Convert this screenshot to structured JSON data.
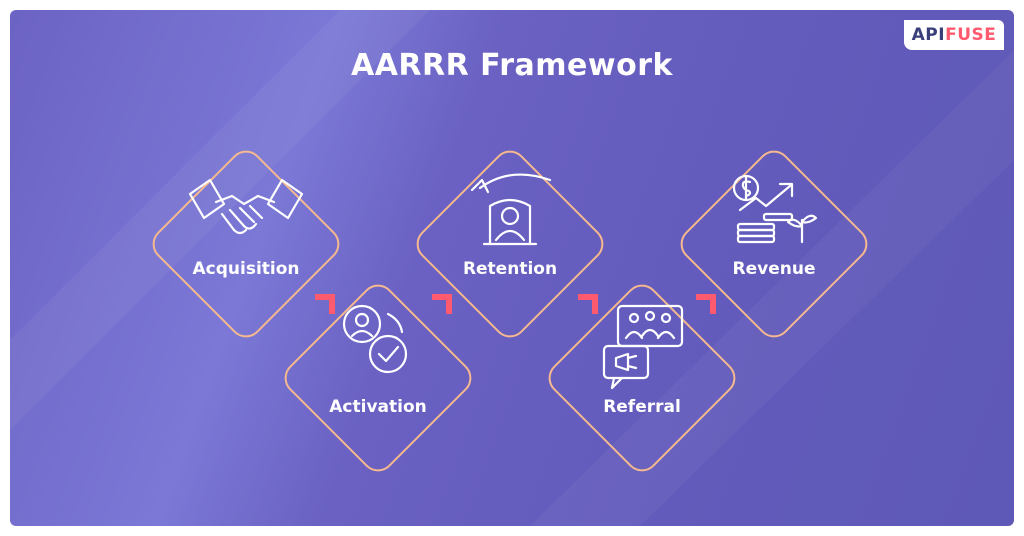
{
  "title": "AARRR Framework",
  "logo": {
    "part1": "API",
    "part2": "FUSE"
  },
  "stages": [
    {
      "label": "Acquisition",
      "icon": "handshake-icon"
    },
    {
      "label": "Activation",
      "icon": "user-check-icon"
    },
    {
      "label": "Retention",
      "icon": "protected-user-icon"
    },
    {
      "label": "Referral",
      "icon": "megaphone-group-icon"
    },
    {
      "label": "Revenue",
      "icon": "coins-growth-icon"
    }
  ],
  "colors": {
    "background": "#6a63c4",
    "diamond_stroke": "#f6b98f",
    "accent": "#ff5a6e",
    "text": "#ffffff"
  }
}
